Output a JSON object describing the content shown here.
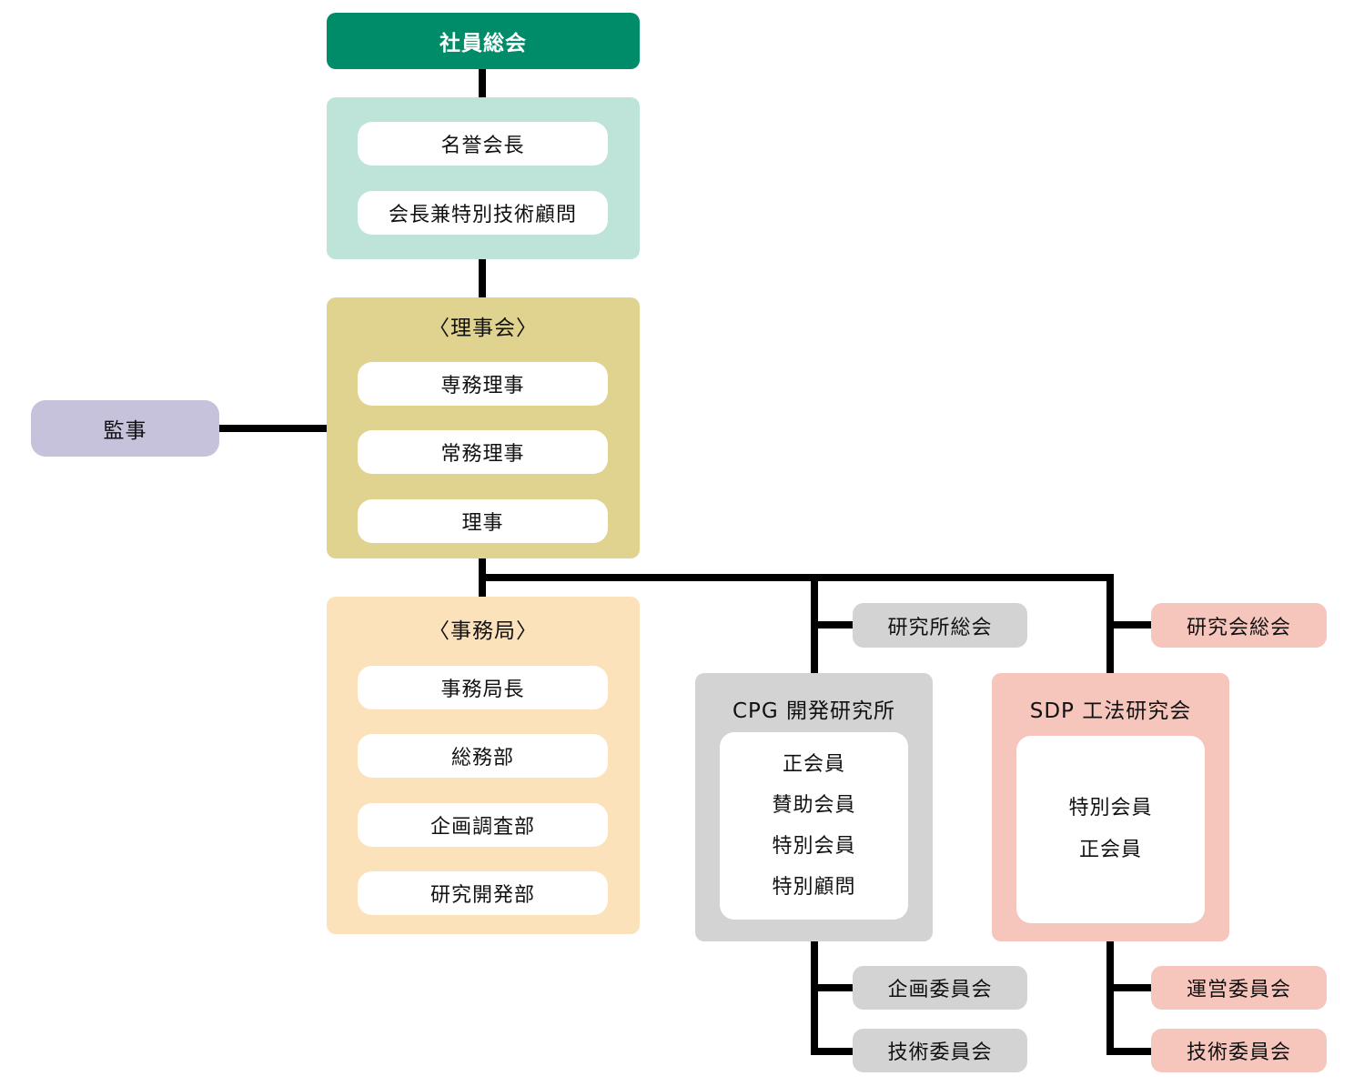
{
  "colors": {
    "general_meeting": "#008c68",
    "honorary_panel": "#bee3d8",
    "board_panel": "#e0d38f",
    "secretariat_panel": "#fce2bb",
    "auditor": "#c7c2dc",
    "cpg_panel": "#d3d3d3",
    "sdp_panel": "#f6c6bd",
    "connector": "#000000"
  },
  "general_meeting": {
    "label": "社員総会"
  },
  "honorary": {
    "items": [
      "名誉会長",
      "会長兼特別技術顧問"
    ]
  },
  "board": {
    "title": "〈理事会〉",
    "items": [
      "専務理事",
      "常務理事",
      "理事"
    ]
  },
  "auditor": {
    "label": "監事"
  },
  "secretariat": {
    "title": "〈事務局〉",
    "items": [
      "事務局長",
      "総務部",
      "企画調査部",
      "研究開発部"
    ]
  },
  "cpg": {
    "general_meeting": "研究所総会",
    "title": "CPG 開発研究所",
    "members": [
      "正会員",
      "賛助会員",
      "特別会員",
      "特別顧問"
    ],
    "committees": [
      "企画委員会",
      "技術委員会"
    ]
  },
  "sdp": {
    "general_meeting": "研究会総会",
    "title": "SDP 工法研究会",
    "members": [
      "特別会員",
      "正会員"
    ],
    "committees": [
      "運営委員会",
      "技術委員会"
    ]
  }
}
